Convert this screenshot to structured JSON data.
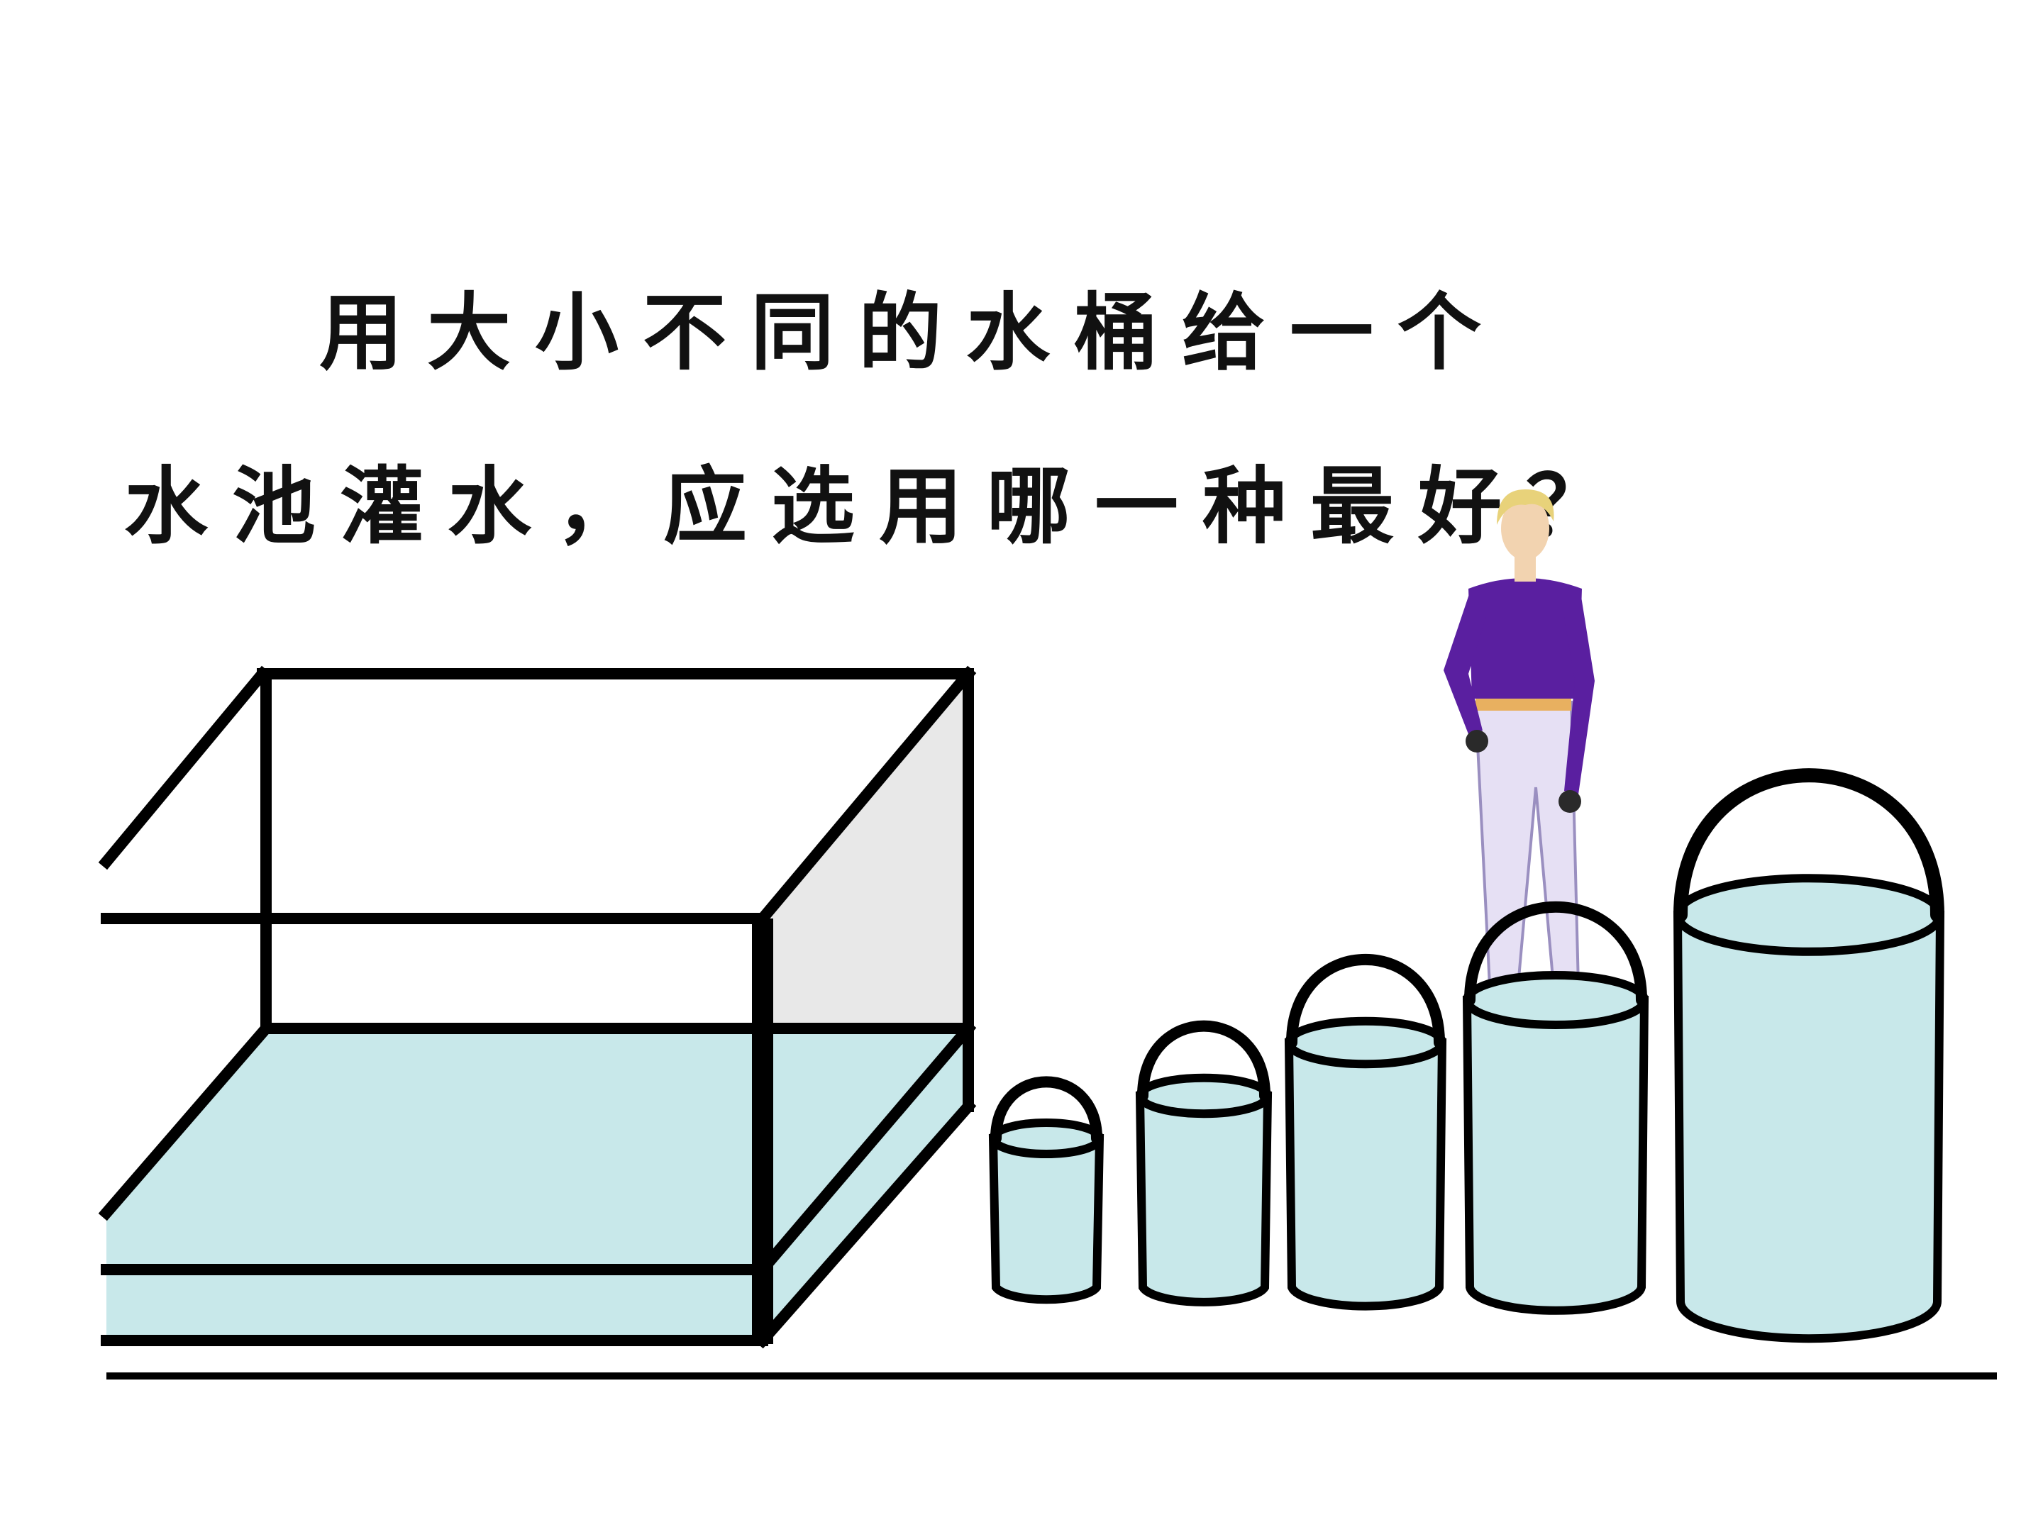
{
  "question": {
    "line1": "用大小不同的水桶给一个",
    "line2": "水池灌水，应选用哪一种最好？"
  },
  "colors": {
    "water": "#c8e8ea",
    "tank_side": "#e8e8e8",
    "outline": "#000000",
    "shirt": "#5a1fa0",
    "pants": "#e6e0f4",
    "hair": "#e8d27a",
    "skin": "#f2d3b0",
    "background": "#ffffff"
  },
  "icons": {
    "tank": "water-tank-icon",
    "person": "person-icon",
    "bucket": "bucket-icon"
  },
  "buckets": [
    {
      "size_rank": 1
    },
    {
      "size_rank": 2
    },
    {
      "size_rank": 3
    },
    {
      "size_rank": 4
    },
    {
      "size_rank": 5
    }
  ]
}
